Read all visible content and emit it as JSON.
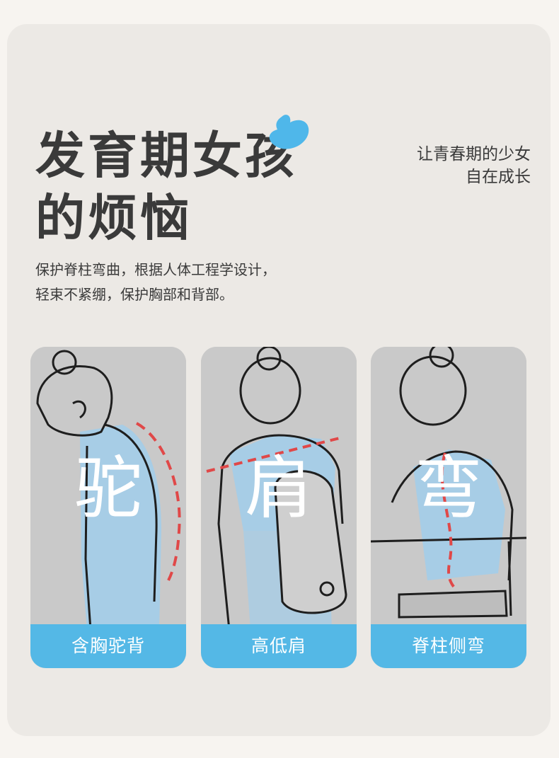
{
  "header": {
    "title_line1": "发育期女孩",
    "title_line2": "的烦恼",
    "tagline_line1": "让青春期的少女",
    "tagline_line2": "自在成长"
  },
  "description": {
    "line1": "保护脊柱弯曲，根据人体工程学设计，",
    "line2": "轻束不紧绷，保护胸部和背部。"
  },
  "panels": [
    {
      "overlay": "驼",
      "label": "含胸驼背"
    },
    {
      "overlay": "肩",
      "label": "高低肩"
    },
    {
      "overlay": "弯",
      "label": "脊柱侧弯"
    }
  ],
  "colors": {
    "accent_blue": "#54b8e6",
    "shirt_blue": "#a7cde6",
    "dash_red": "#e04848",
    "panel_gray": "#c9c9c9",
    "card_bg": "#ece9e5"
  }
}
